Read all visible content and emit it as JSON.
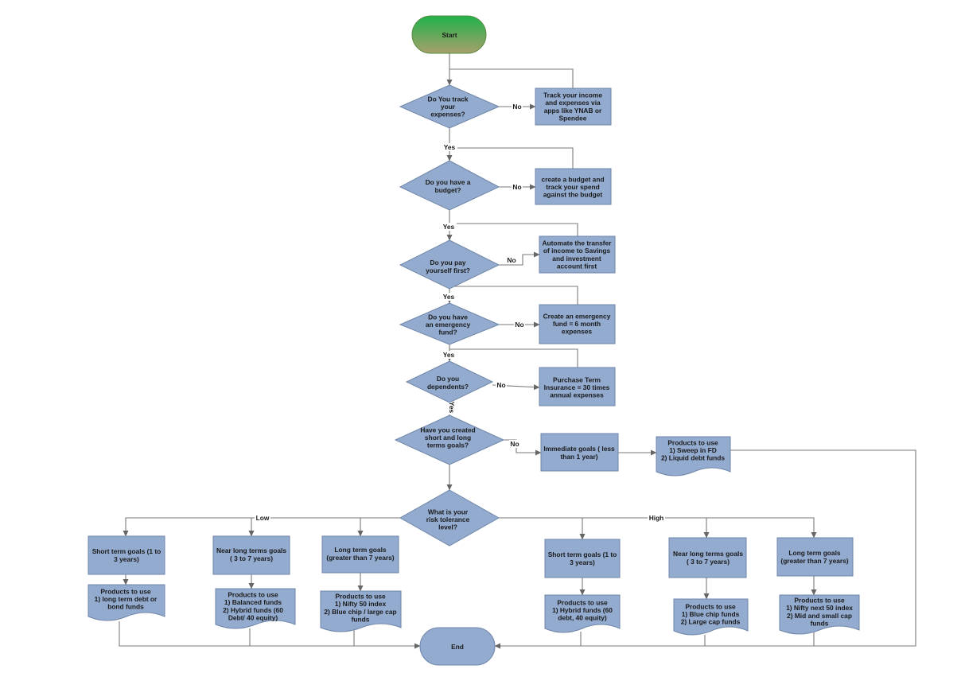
{
  "colors": {
    "shape_fill": "#93abcf",
    "shape_stroke": "#6f86a8",
    "start_gradient_top": "#1fb24a",
    "start_gradient_bottom": "#a7a06a",
    "connector": "#7a7a7a"
  },
  "nodes": {
    "start": "Start",
    "end": "End",
    "q_track": "Do You track your expenses?",
    "a_track": "Track your income and expenses via apps like YNAB or Spendee",
    "q_budget": "Do you have a budget?",
    "a_budget": "create a budget and track your spend against the budget",
    "q_pay": "Do you pay yourself first?",
    "a_pay": "Automate the transfer of income to Savings and investment account  first",
    "q_emergency": "Do you have an emergency fund?",
    "a_emergency": "Create an emergency fund = 6 month expenses",
    "q_dependents": "Do you dependents?",
    "a_dependents": "Purchase Term Insurance = 30 times annual expenses",
    "q_goals": "Have you created short and long terms goals?",
    "a_immediate": "Immediate goals ( less than 1 year)",
    "p_immediate": "Products to use\n1) Sweep in FD\n2) Liquid debt funds",
    "q_risk": "What is your risk tolerance level?",
    "low_short": "Short term goals (1 to 3 years)",
    "low_short_products": "Products to use\n1) long term debt or bond funds",
    "low_near": "Near long terms goals ( 3 to 7 years)",
    "low_near_products": "Products to use\n1) Balanced funds\n2) Hybrid funds (60 Debt/ 40 equity)",
    "low_long": "Long term goals (greater than 7 years)",
    "low_long_products": "Products to use\n1) Nifty 50 index\n2) Blue chip / large cap funds",
    "high_short": "Short term goals (1 to 3 years)",
    "high_short_products": "Products to use\n1) Hybrid funds (60 debt, 40 equity)",
    "high_near": "Near long terms goals ( 3 to 7 years)",
    "high_near_products": "Products to use\n1) Blue chip funds\n2) Large cap funds",
    "high_long": "Long term goals (greater than 7 years)",
    "high_long_products": "Products to use\n1) Nifty next 50 index\n2) Mid and small cap funds"
  },
  "edge_labels": {
    "no": "No",
    "yes": "Yes",
    "low": "Low",
    "high": "High"
  }
}
